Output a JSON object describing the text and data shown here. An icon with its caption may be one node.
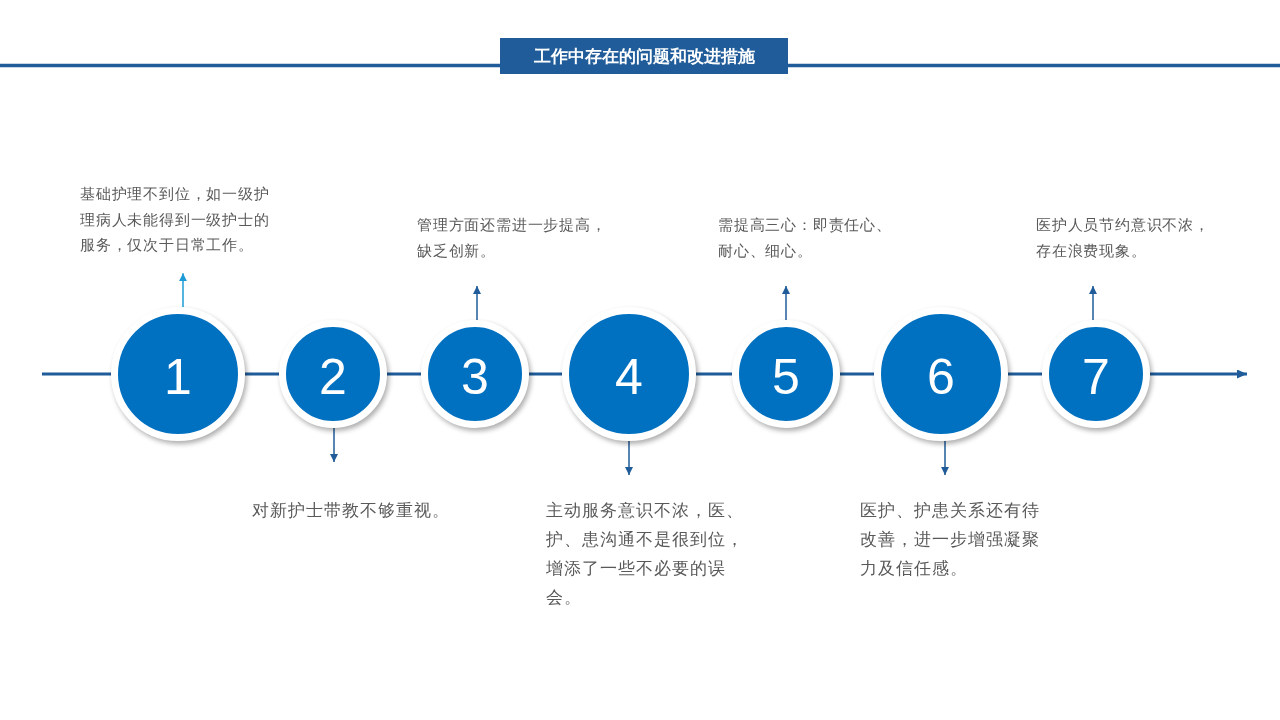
{
  "diagram": {
    "title": "工作中存在的问题和改进措施",
    "nodes": [
      {
        "text": [
          "1"
        ]
      },
      {
        "text": [
          "2"
        ]
      },
      {
        "text": [
          "3"
        ]
      },
      {
        "text": [
          "4"
        ]
      },
      {
        "text": [
          "5"
        ]
      },
      {
        "text": [
          "6"
        ]
      },
      {
        "text": [
          "7"
        ]
      },
      {
        "text": [
          "基础护理不到位，如一级护理病人未能得到一级护士的服务，仅次于日常工作。"
        ]
      },
      {
        "text": [
          "对新护士带教不够重视。"
        ]
      },
      {
        "text": [
          "管理方面还需进一步提高，缺乏创新。"
        ]
      },
      {
        "text": [
          "主动服务意识不浓，医、护、患沟通不是很到位，增添了一些不必要的误会。"
        ]
      },
      {
        "text": [
          "需提高三心：即责任心、耐心、细心。"
        ]
      },
      {
        "text": [
          "医护、护患关系还有待改善，进一步增强凝聚力及信任感。"
        ]
      },
      {
        "text": [
          "医护人员节约意识不浓，存在浪费现象。"
        ]
      }
    ],
    "edges": [
      {
        "from": null,
        "to": 0,
        "arrow": "none"
      },
      {
        "from": 0,
        "to": 1,
        "arrow": "none"
      },
      {
        "from": 1,
        "to": 2,
        "arrow": "none"
      },
      {
        "from": 2,
        "to": 3,
        "arrow": "none"
      },
      {
        "from": 3,
        "to": 4,
        "arrow": "none"
      },
      {
        "from": 4,
        "to": 5,
        "arrow": "none"
      },
      {
        "from": 5,
        "to": 6,
        "arrow": "none"
      },
      {
        "from": 6,
        "to": null,
        "arrow": "to"
      },
      {
        "from": 0,
        "to": 7,
        "arrow": "to",
        "color": "#1e9bd7"
      },
      {
        "from": 1,
        "to": 8,
        "arrow": "to"
      },
      {
        "from": 2,
        "to": 9,
        "arrow": "to"
      },
      {
        "from": 3,
        "to": 10,
        "arrow": "to"
      },
      {
        "from": 4,
        "to": 11,
        "arrow": "to"
      },
      {
        "from": 5,
        "to": 12,
        "arrow": "to"
      },
      {
        "from": 6,
        "to": 13,
        "arrow": "to"
      }
    ]
  }
}
